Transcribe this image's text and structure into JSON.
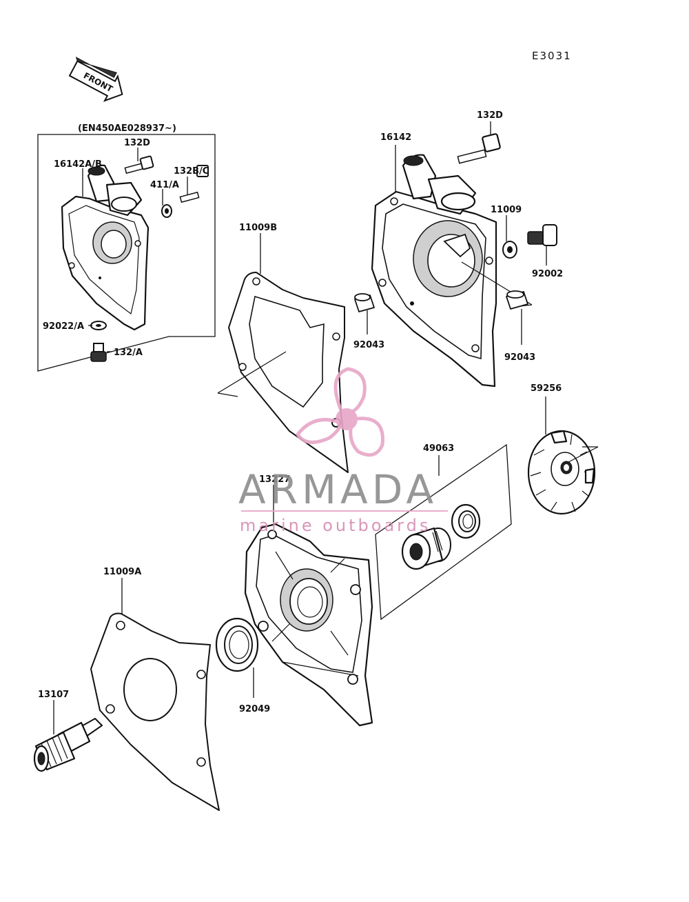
{
  "diagram_code": "E3031",
  "front_label": "FRONT",
  "inset_serial": "(EN450AE028937~)",
  "watermark": {
    "brand": "ARMADA",
    "tagline": "marine outboards",
    "brand_color": "#8c8c8c",
    "tagline_color": "#d58bb0",
    "logo_color": "#e7a6c7"
  },
  "parts": {
    "p132D_inset": "132D",
    "p16142AB": "16142A/B",
    "p132BC": "132B/C",
    "p411A": "411/A",
    "p92022A": "92022/A",
    "p132A": "132/A",
    "p11009B": "11009B",
    "p92043_left": "92043",
    "p132D": "132D",
    "p16142": "16142",
    "p11009": "11009",
    "p92002": "92002",
    "p92043_right": "92043",
    "p59256": "59256",
    "p49063": "49063",
    "p13227": "13227",
    "p11009A": "11009A",
    "p92049": "92049",
    "p13107": "13107"
  }
}
